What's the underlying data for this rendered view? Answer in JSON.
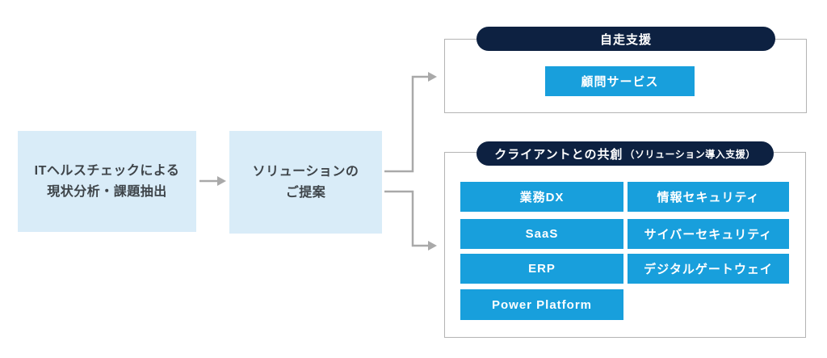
{
  "diagram": {
    "step1": {
      "line1": "ITヘルスチェックによる",
      "line2": "現状分析・課題抽出"
    },
    "step2": {
      "line1": "ソリューションの",
      "line2": "ご提案"
    },
    "self_support": {
      "title": "自走支援",
      "service": "顧問サービス"
    },
    "co_creation": {
      "title": "クライアントとの共創",
      "subtitle": "（ソリューション導入支援）",
      "left_items": [
        "業務DX",
        "SaaS",
        "ERP",
        "Power Platform"
      ],
      "right_items": [
        "情報セキュリティ",
        "サイバーセキュリティ",
        "デジタルゲートウェイ"
      ]
    }
  },
  "colors": {
    "background": "#ffffff",
    "light_blue_box": "#d9ecf8",
    "accent_blue": "#189fdc",
    "navy_pill": "#0d2141",
    "arrow_gray": "#a9a9a9",
    "border_gray": "#b4b4b4",
    "dark_text": "#3e4449"
  }
}
